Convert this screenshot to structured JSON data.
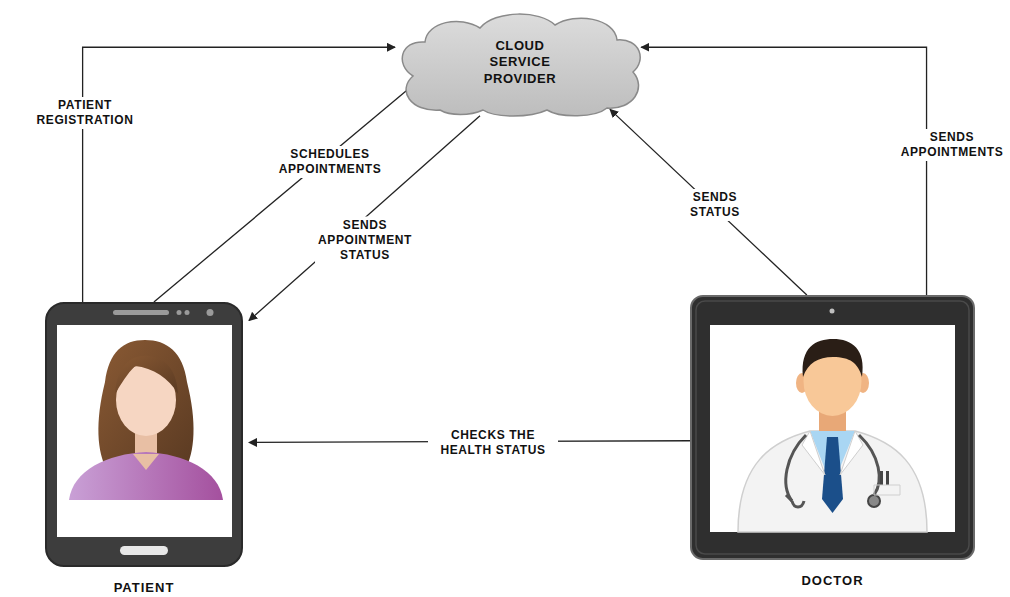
{
  "diagram": {
    "nodes": [
      {
        "text": [
          "CLOUD SERVICE PROVIDER"
        ]
      },
      {
        "text": [
          "PATIENT"
        ]
      },
      {
        "text": [
          "DOCTOR"
        ]
      }
    ],
    "edges": [
      {
        "from": 1,
        "to": 0,
        "arrow": "to",
        "label": "PATIENT REGISTRATION"
      },
      {
        "from": 1,
        "to": 0,
        "arrow": "to",
        "label": "SCHEDULES APPOINTMENTS"
      },
      {
        "from": 0,
        "to": 1,
        "arrow": "to",
        "label": "SENDS APPOINTMENT STATUS"
      },
      {
        "from": 2,
        "to": 0,
        "arrow": "to",
        "label": "SENDS STATUS"
      },
      {
        "from": 2,
        "to": 0,
        "arrow": "to",
        "label": "SENDS APPOINTMENTS"
      },
      {
        "from": 2,
        "to": 1,
        "arrow": "to",
        "label": "CHECKS THE HEALTH STATUS"
      }
    ]
  }
}
